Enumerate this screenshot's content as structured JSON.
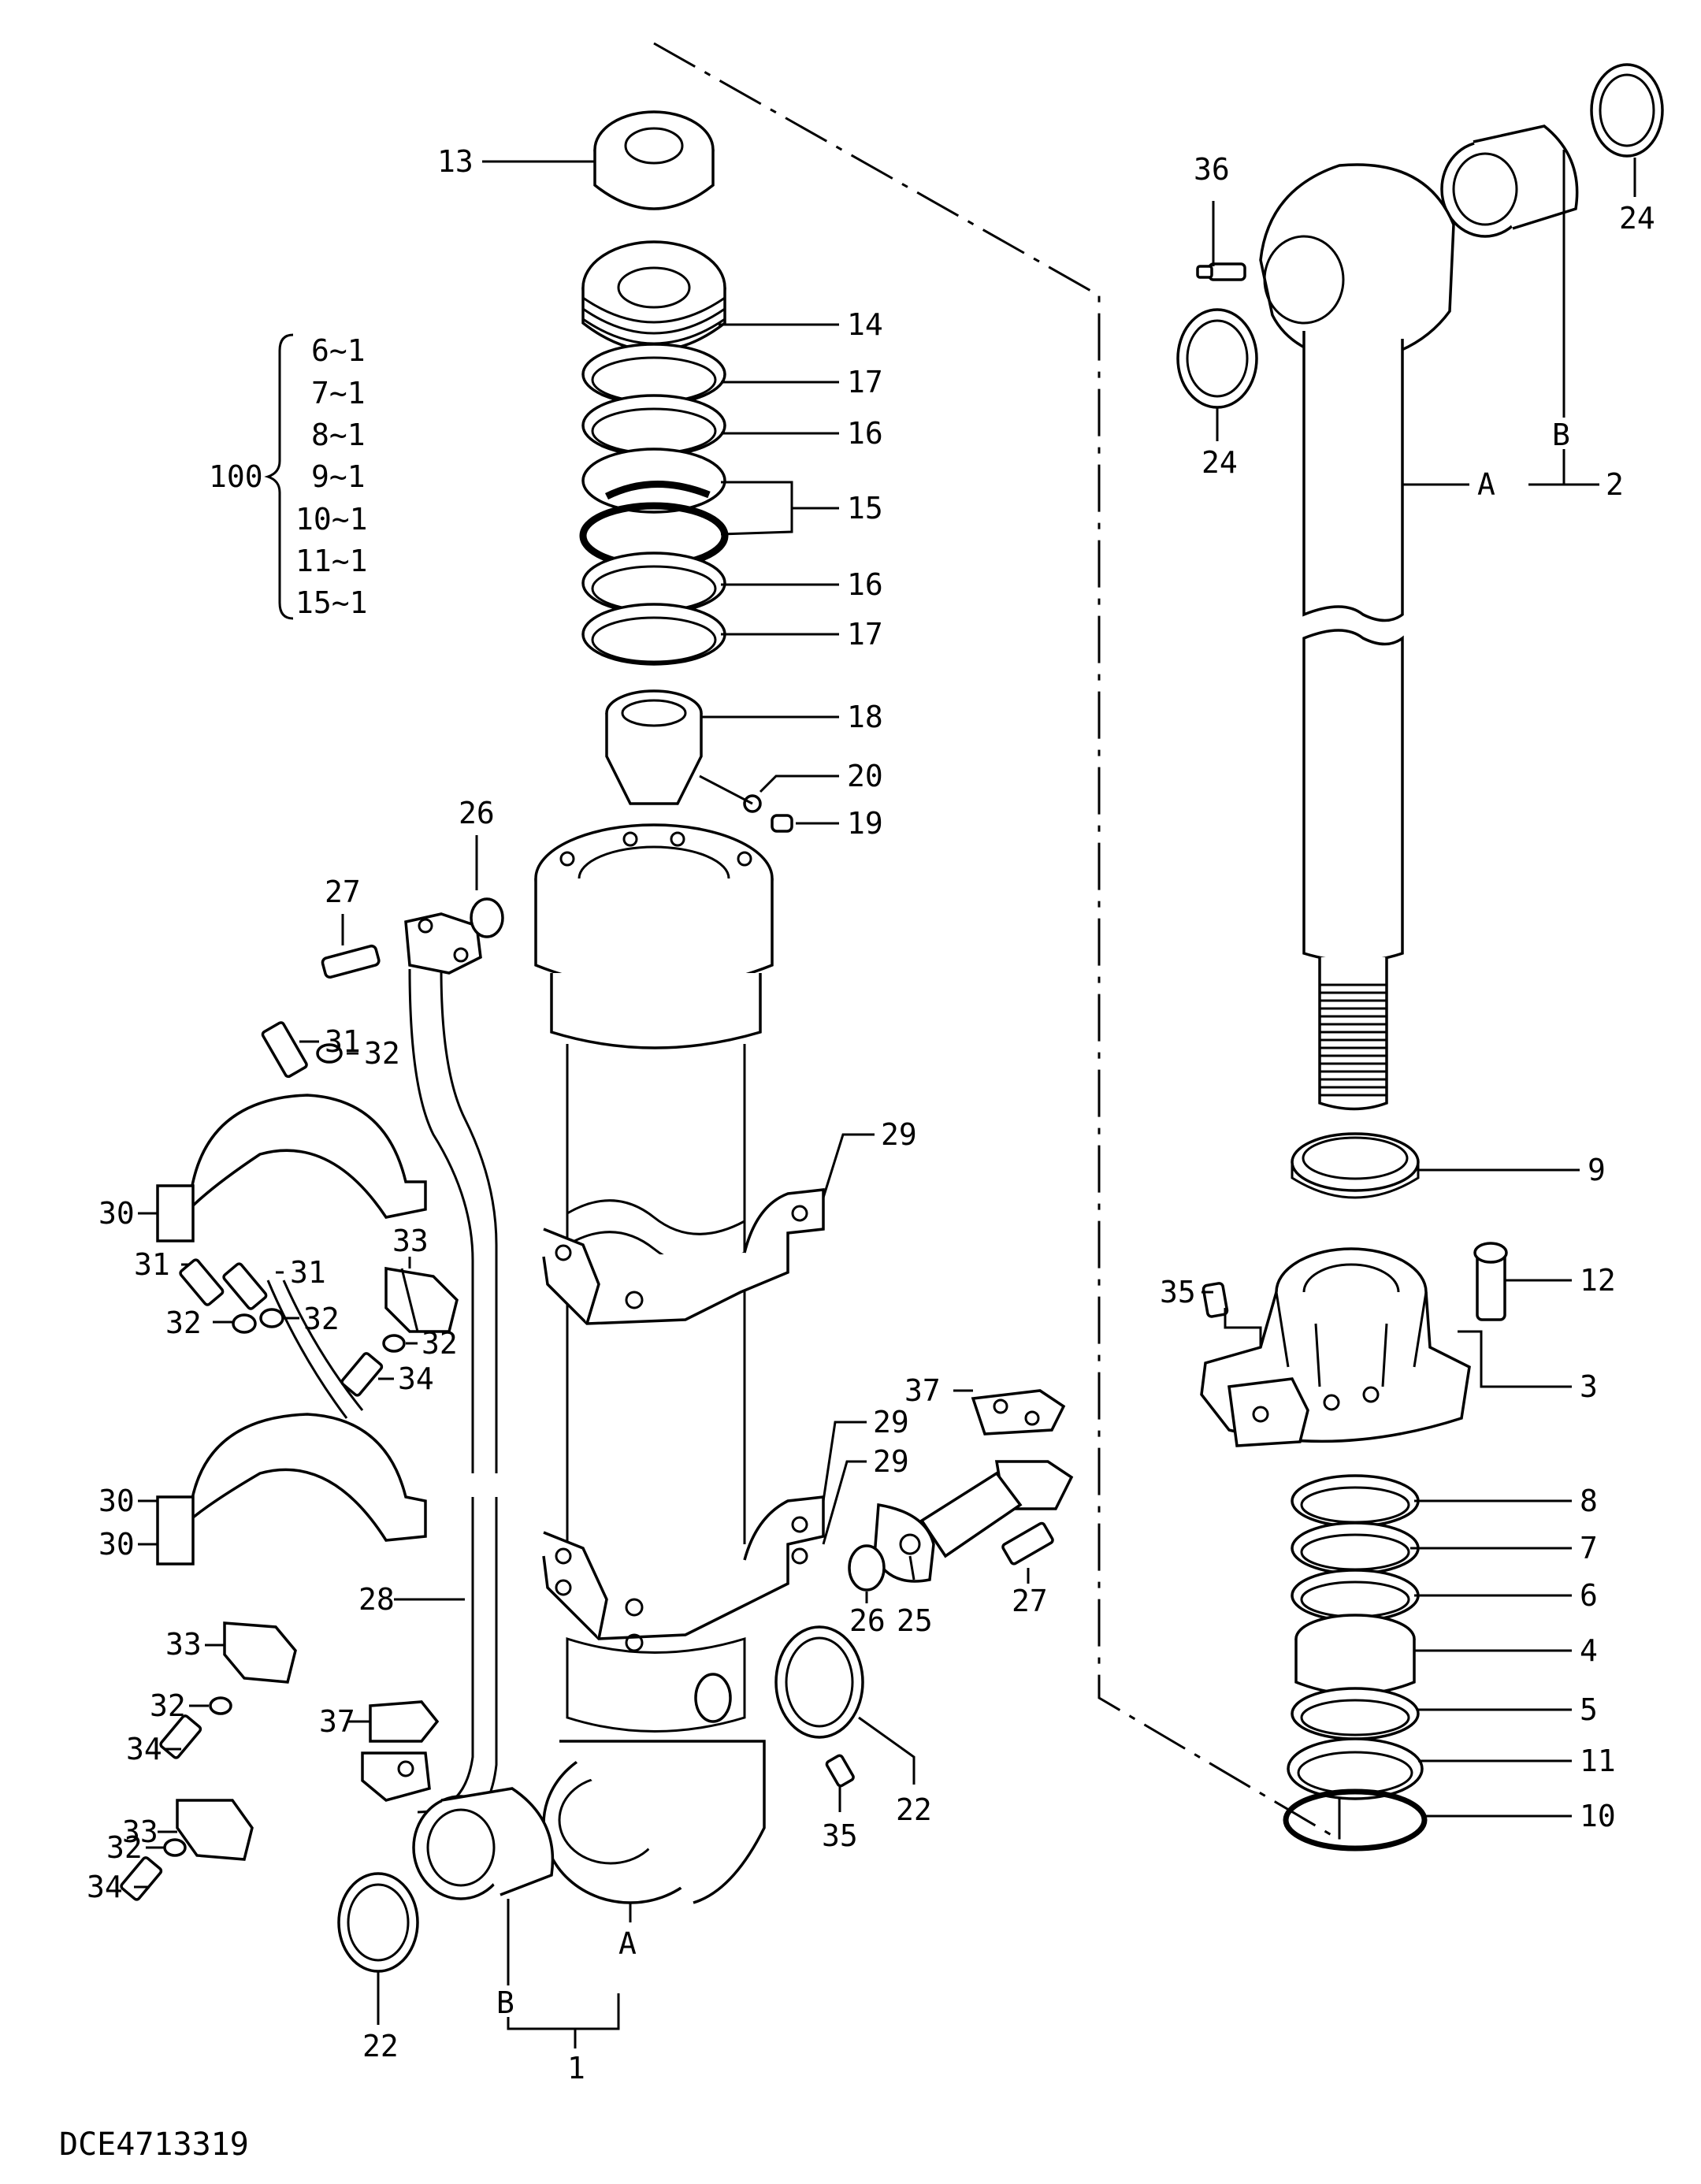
{
  "diagram": {
    "code": "DCE4713319",
    "callouts": [
      {
        "id": "c13",
        "text": "13"
      },
      {
        "id": "c14",
        "text": "14"
      },
      {
        "id": "c17a",
        "text": "17"
      },
      {
        "id": "c16a",
        "text": "16"
      },
      {
        "id": "c15",
        "text": "15"
      },
      {
        "id": "c16b",
        "text": "16"
      },
      {
        "id": "c17b",
        "text": "17"
      },
      {
        "id": "c18",
        "text": "18"
      },
      {
        "id": "c20",
        "text": "20"
      },
      {
        "id": "c19",
        "text": "19"
      },
      {
        "id": "c26a",
        "text": "26"
      },
      {
        "id": "c27a",
        "text": "27"
      },
      {
        "id": "c31a",
        "text": "31"
      },
      {
        "id": "c32a",
        "text": "32"
      },
      {
        "id": "c29a",
        "text": "29"
      },
      {
        "id": "c30a",
        "text": "30"
      },
      {
        "id": "c31b",
        "text": "31"
      },
      {
        "id": "c31c",
        "text": "31"
      },
      {
        "id": "c33a",
        "text": "33"
      },
      {
        "id": "c32b",
        "text": "32"
      },
      {
        "id": "c32c",
        "text": "32"
      },
      {
        "id": "c32d",
        "text": "32"
      },
      {
        "id": "c34a",
        "text": "34"
      },
      {
        "id": "c29b",
        "text": "29"
      },
      {
        "id": "c29c",
        "text": "29"
      },
      {
        "id": "c30b",
        "text": "30"
      },
      {
        "id": "c30c",
        "text": "30"
      },
      {
        "id": "c37a",
        "text": "37"
      },
      {
        "id": "c26b",
        "text": "26"
      },
      {
        "id": "c25",
        "text": "25"
      },
      {
        "id": "c27b",
        "text": "27"
      },
      {
        "id": "c28",
        "text": "28"
      },
      {
        "id": "c33b",
        "text": "33"
      },
      {
        "id": "c32e",
        "text": "32"
      },
      {
        "id": "c34b",
        "text": "34"
      },
      {
        "id": "c37b",
        "text": "37"
      },
      {
        "id": "c33c",
        "text": "33"
      },
      {
        "id": "c32f",
        "text": "32"
      },
      {
        "id": "c34c",
        "text": "34"
      },
      {
        "id": "c22a",
        "text": "22"
      },
      {
        "id": "c35a",
        "text": "35"
      },
      {
        "id": "c22b",
        "text": "22"
      },
      {
        "id": "cA1",
        "text": "A"
      },
      {
        "id": "cB1",
        "text": "B"
      },
      {
        "id": "c1",
        "text": "1"
      },
      {
        "id": "c36",
        "text": "36"
      },
      {
        "id": "c24a",
        "text": "24"
      },
      {
        "id": "c24b",
        "text": "24"
      },
      {
        "id": "cB2",
        "text": "B"
      },
      {
        "id": "cA2",
        "text": "A"
      },
      {
        "id": "c2",
        "text": "2"
      },
      {
        "id": "c9",
        "text": "9"
      },
      {
        "id": "c35b",
        "text": "35"
      },
      {
        "id": "c12",
        "text": "12"
      },
      {
        "id": "c3",
        "text": "3"
      },
      {
        "id": "c8",
        "text": "8"
      },
      {
        "id": "c7",
        "text": "7"
      },
      {
        "id": "c6",
        "text": "6"
      },
      {
        "id": "c4",
        "text": "4"
      },
      {
        "id": "c5",
        "text": "5"
      },
      {
        "id": "c11",
        "text": "11"
      },
      {
        "id": "c10",
        "text": "10"
      }
    ],
    "kit": {
      "label": "100",
      "items": [
        "6~1",
        "7~1",
        "8~1",
        "9~1",
        "10~1",
        "11~1",
        "15~1"
      ]
    }
  }
}
